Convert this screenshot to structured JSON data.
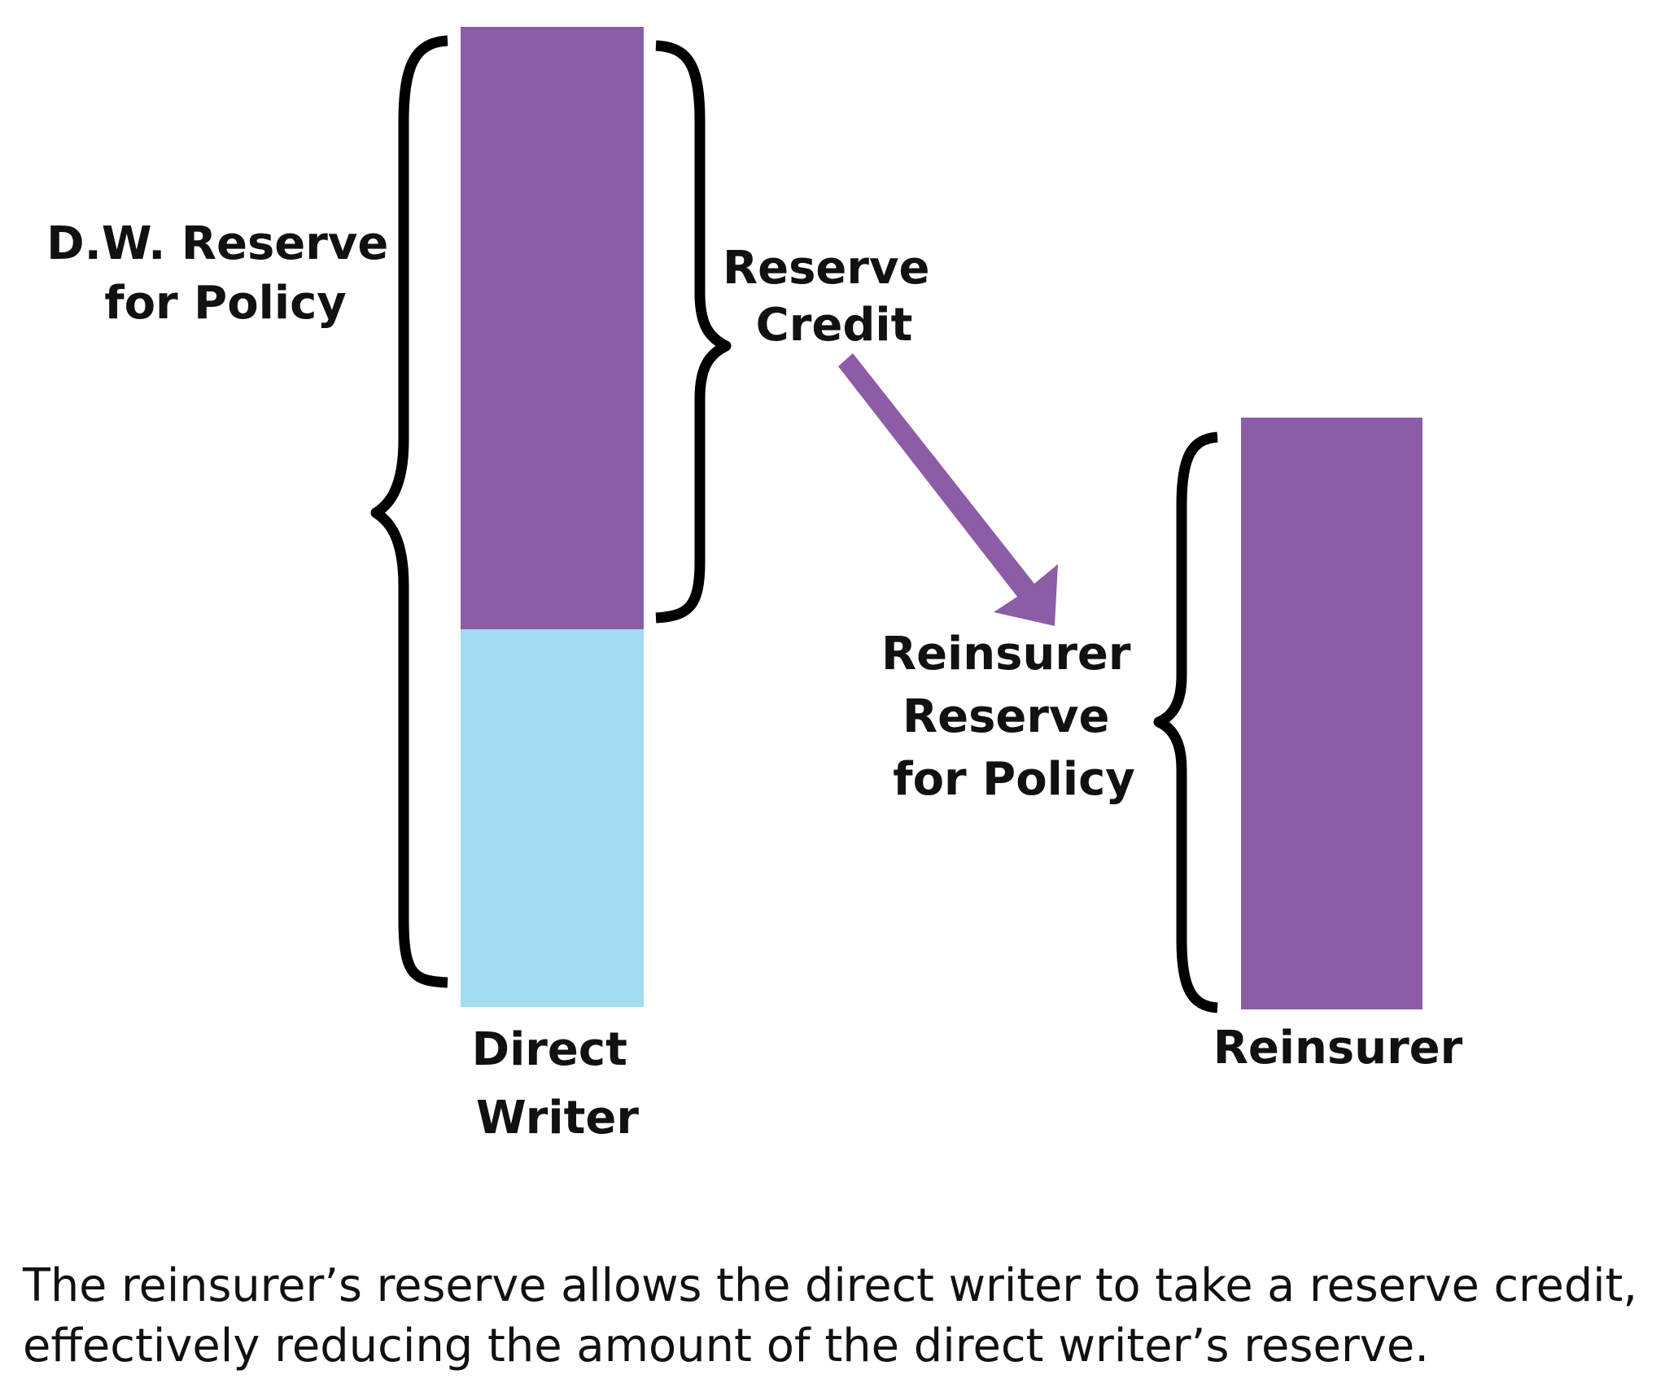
{
  "colors": {
    "reserve_credit": "#8c5da6",
    "retained_reserve": "#a3dcf1",
    "text": "#111111",
    "brace": "#000000"
  },
  "labels": {
    "dw_reserve": [
      "D.W. Reserve",
      "for Policy"
    ],
    "reserve_credit": [
      "Reserve",
      "Credit"
    ],
    "reinsurer_reserve": [
      "Reinsurer",
      "Reserve",
      "for Policy"
    ],
    "direct_writer": [
      "Direct",
      "Writer"
    ],
    "reinsurer": "Reinsurer"
  },
  "caption": [
    "The reinsurer’s reserve allows the direct writer to take a reserve credit,",
    "effectively reducing the amount of the direct writer’s reserve."
  ]
}
